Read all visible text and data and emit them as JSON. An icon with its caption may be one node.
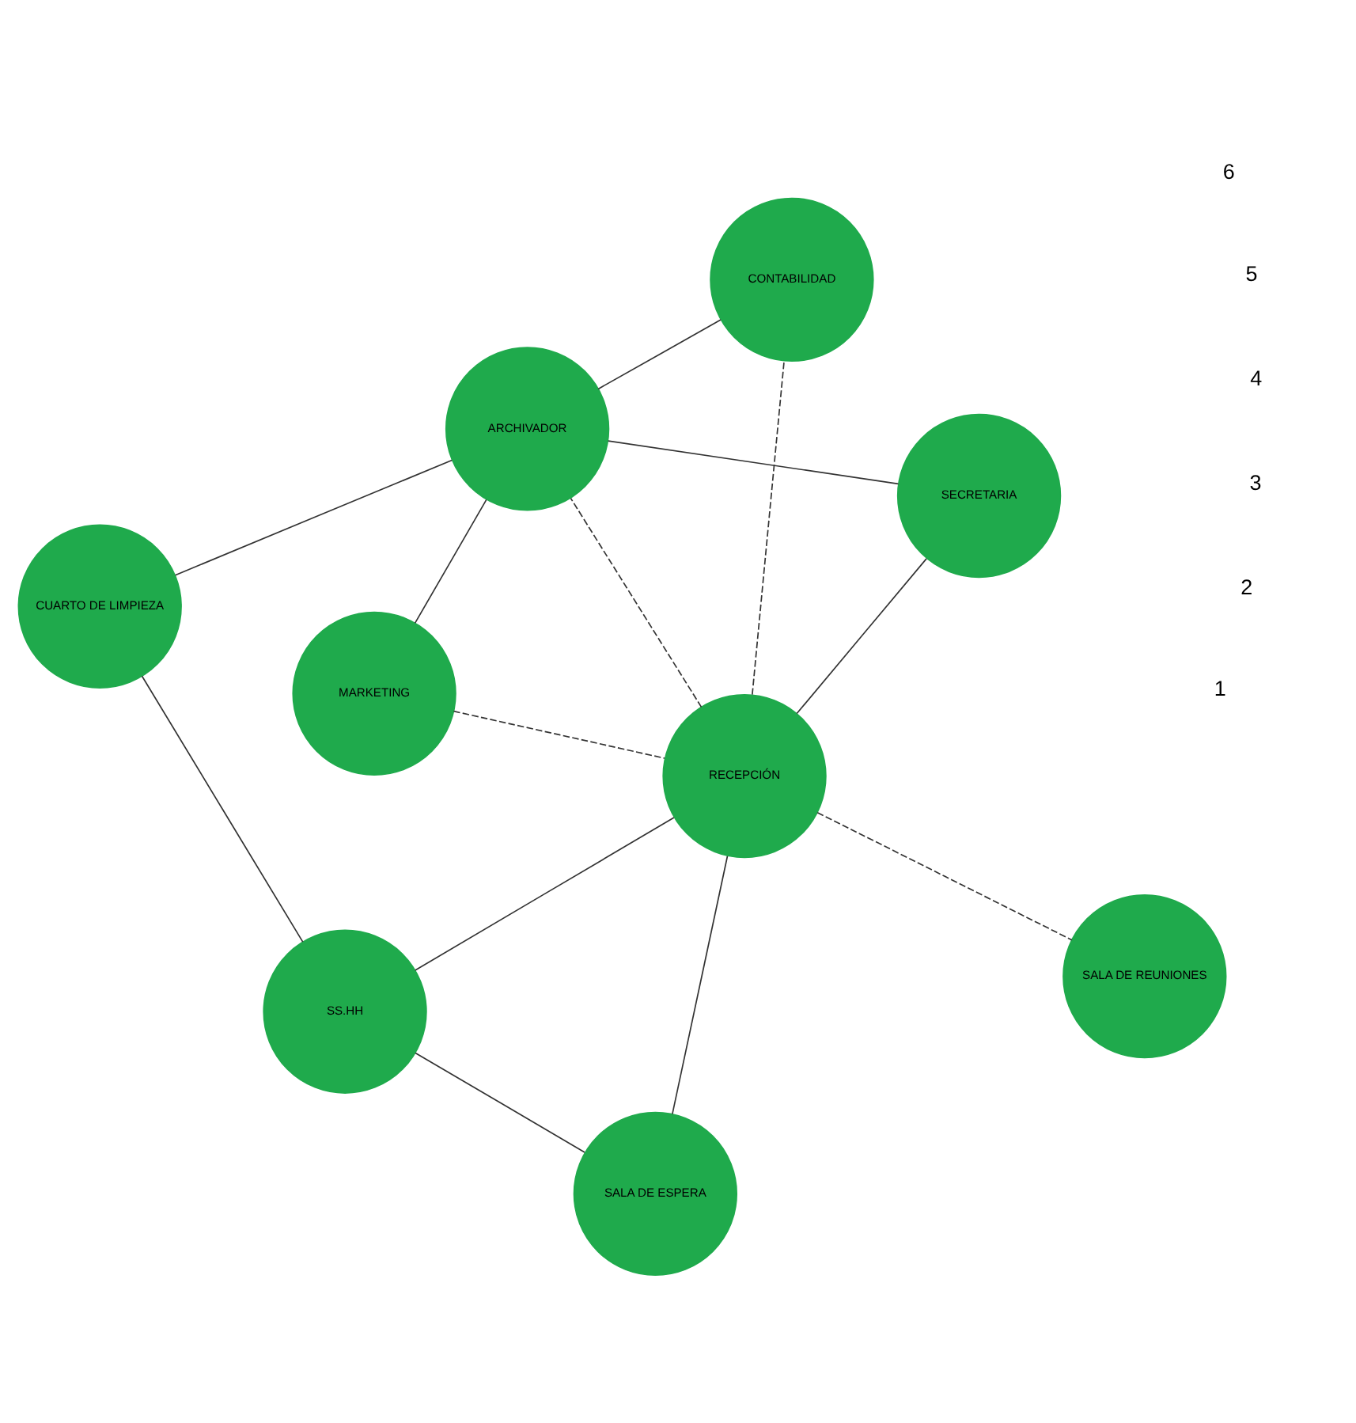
{
  "diagram": {
    "nodes": [
      {
        "text": [
          "CUARTO DE LIMPIEZA"
        ]
      },
      {
        "text": [
          "SECRETARIA"
        ]
      },
      {
        "text": [
          "MARKETING"
        ]
      },
      {
        "text": [
          "RECEPCIÓN"
        ]
      },
      {
        "text": [
          "CONTABILIDAD"
        ]
      },
      {
        "text": [
          "ARCHIVADOR"
        ]
      },
      {
        "text": [
          "SS.HH"
        ]
      },
      {
        "text": [
          "SALA DE ESPERA"
        ]
      },
      {
        "text": [
          "SALA DE REUNIONES"
        ]
      }
    ],
    "edges": [
      {
        "from": 0,
        "to": 6,
        "arrow": "none"
      },
      {
        "from": 0,
        "to": 5,
        "arrow": "none"
      },
      {
        "from": 2,
        "to": 3,
        "arrow": "none",
        "style": "dashed"
      },
      {
        "from": 2,
        "to": 5,
        "arrow": "none"
      },
      {
        "from": 3,
        "to": 1,
        "arrow": "none"
      },
      {
        "from": 3,
        "to": 4,
        "arrow": "none",
        "style": "dashed"
      },
      {
        "from": 3,
        "to": 5,
        "arrow": "none",
        "style": "dashed"
      },
      {
        "from": 3,
        "to": 6,
        "arrow": "none"
      },
      {
        "from": 3,
        "to": 7,
        "arrow": "none"
      },
      {
        "from": 3,
        "to": 8,
        "arrow": "none",
        "style": "dashed"
      },
      {
        "from": 1,
        "to": 5,
        "arrow": "none"
      },
      {
        "from": 5,
        "to": 4,
        "arrow": "none"
      },
      {
        "from": 6,
        "to": 7,
        "arrow": "none"
      }
    ],
    "labels": [
      "1",
      "2",
      "3",
      "4",
      "5",
      "6"
    ]
  }
}
